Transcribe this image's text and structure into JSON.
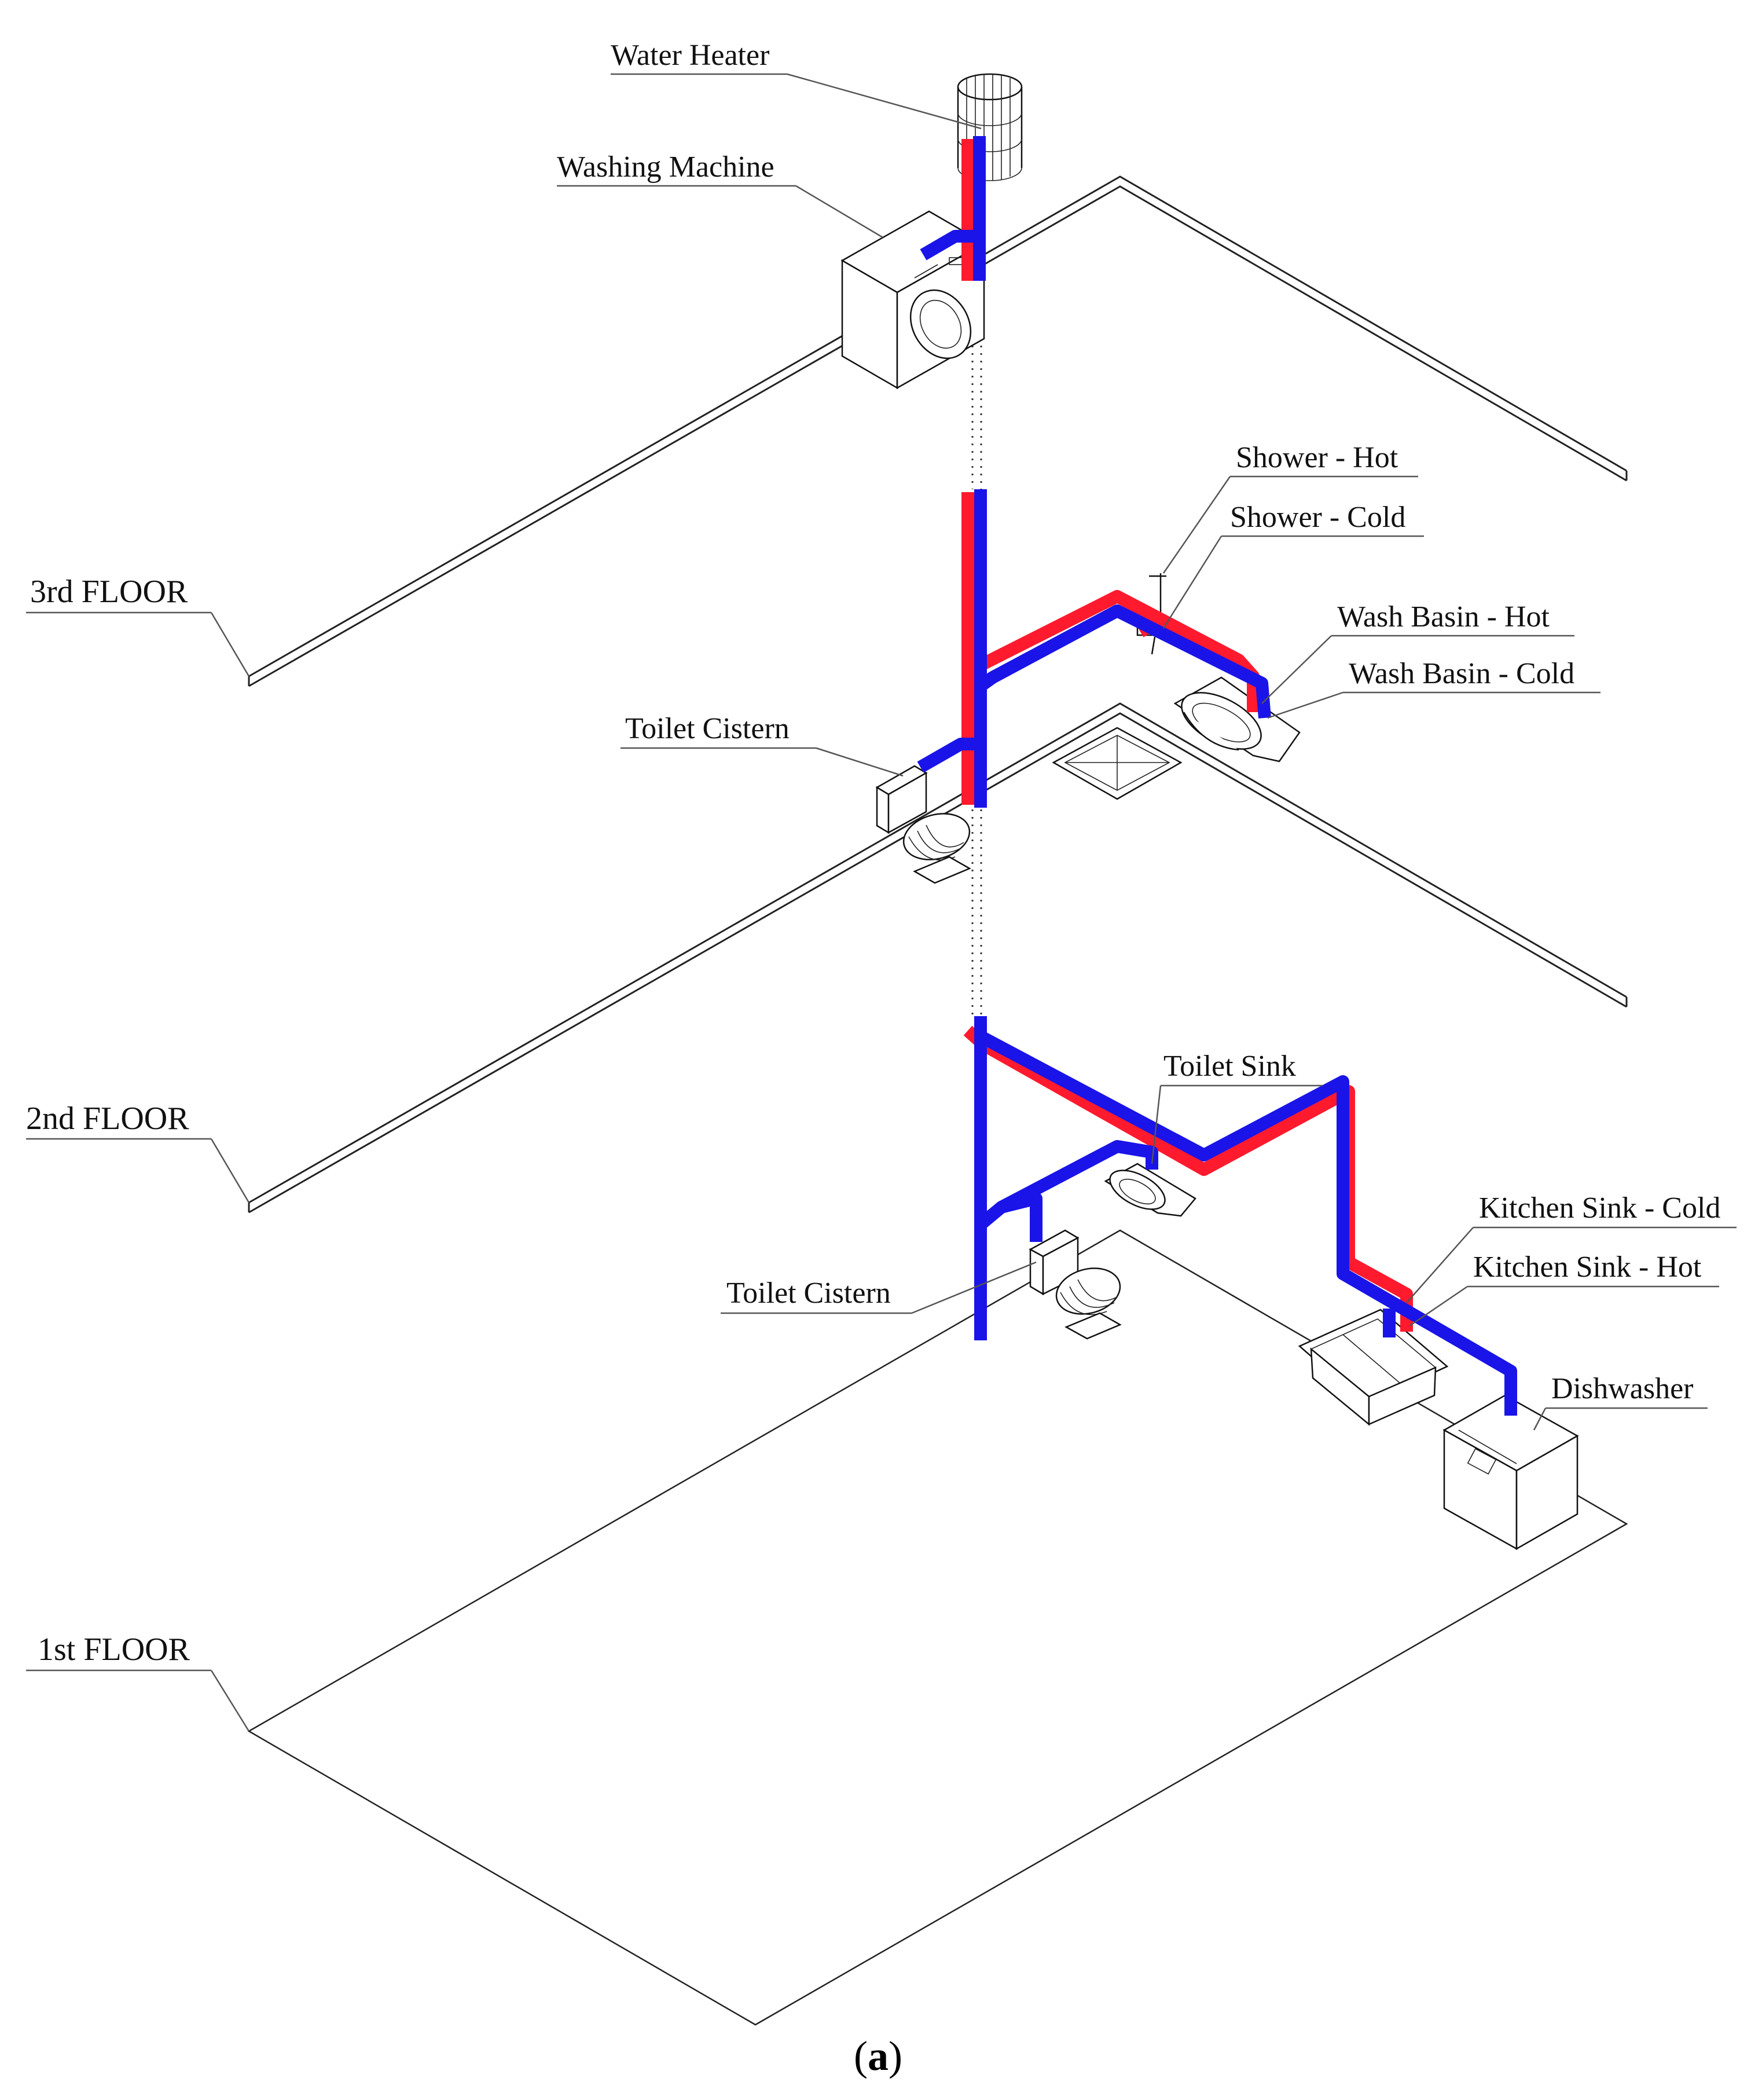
{
  "labels": {
    "water_heater": "Water Heater",
    "washing_machine": "Washing Machine",
    "shower_hot": "Shower - Hot",
    "shower_cold": "Shower - Cold",
    "wash_basin_hot": "Wash Basin - Hot",
    "wash_basin_cold": "Wash Basin - Cold",
    "toilet_cistern_2nd": "Toilet Cistern",
    "toilet_sink": "Toilet  Sink",
    "kitchen_sink_cold": "Kitchen Sink - Cold",
    "kitchen_sink_hot": "Kitchen Sink - Hot",
    "toilet_cistern_1st": "Toilet Cistern",
    "dishwasher": "Dishwasher"
  },
  "floors": {
    "third": "3rd FLOOR",
    "second": "2nd FLOOR",
    "first": "1st FLOOR"
  },
  "caption": {
    "open": "(",
    "letter": "a",
    "close": ")"
  },
  "colors": {
    "hot_pipe": "#ff1a2e",
    "cold_pipe": "#1a14e8"
  }
}
